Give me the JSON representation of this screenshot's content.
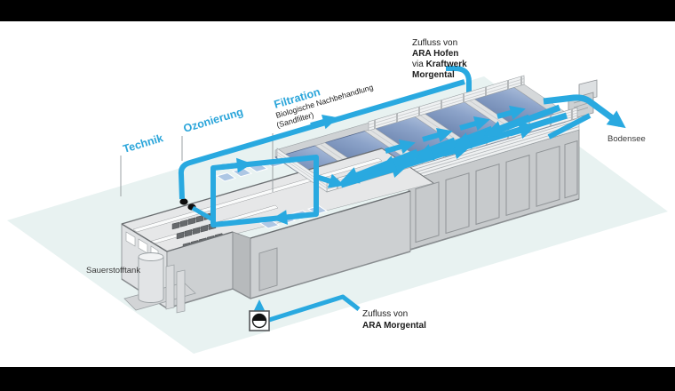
{
  "labels": {
    "technik": "Technik",
    "ozonierung": "Ozonierung",
    "filtration": "Filtration",
    "filtration_sub1": "Biologische Nachbehandlung",
    "filtration_sub2": "(Sandfilter)",
    "sauerstofftank": "Sauerstofftank",
    "bodensee": "Bodensee"
  },
  "inflow_hofen": {
    "line1": "Zufluss von",
    "line2": "ARA Hofen",
    "line3_prefix": "via ",
    "line3_bold": "Kraftwerk",
    "line4": "Morgental"
  },
  "inflow_morgental": {
    "line1": "Zufluss von",
    "line2": "ARA Morgental"
  },
  "colors": {
    "pipe": "#29a9e0",
    "label_accent": "#2aa5da",
    "basin_blue": "#7f98c0",
    "ground": "#e8f2f1",
    "letterbox": "#000000"
  },
  "icons": {
    "pump": "pump-icon"
  }
}
